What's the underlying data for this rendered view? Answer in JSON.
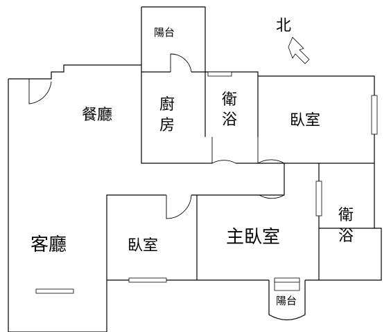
{
  "compass": {
    "label": "北",
    "color": "#d40000"
  },
  "rooms": {
    "balcony_top": "陽台",
    "dining": "餐廳",
    "kitchen_1": "廚",
    "kitchen_2": "房",
    "bath_1": "衛",
    "bath_2": "浴",
    "bedroom_ne": "臥室",
    "bath_e_1": "衛",
    "bath_e_2": "浴",
    "living": "客廳",
    "bedroom_s": "臥室",
    "master": "主臥室",
    "balcony_bottom": "陽台"
  }
}
